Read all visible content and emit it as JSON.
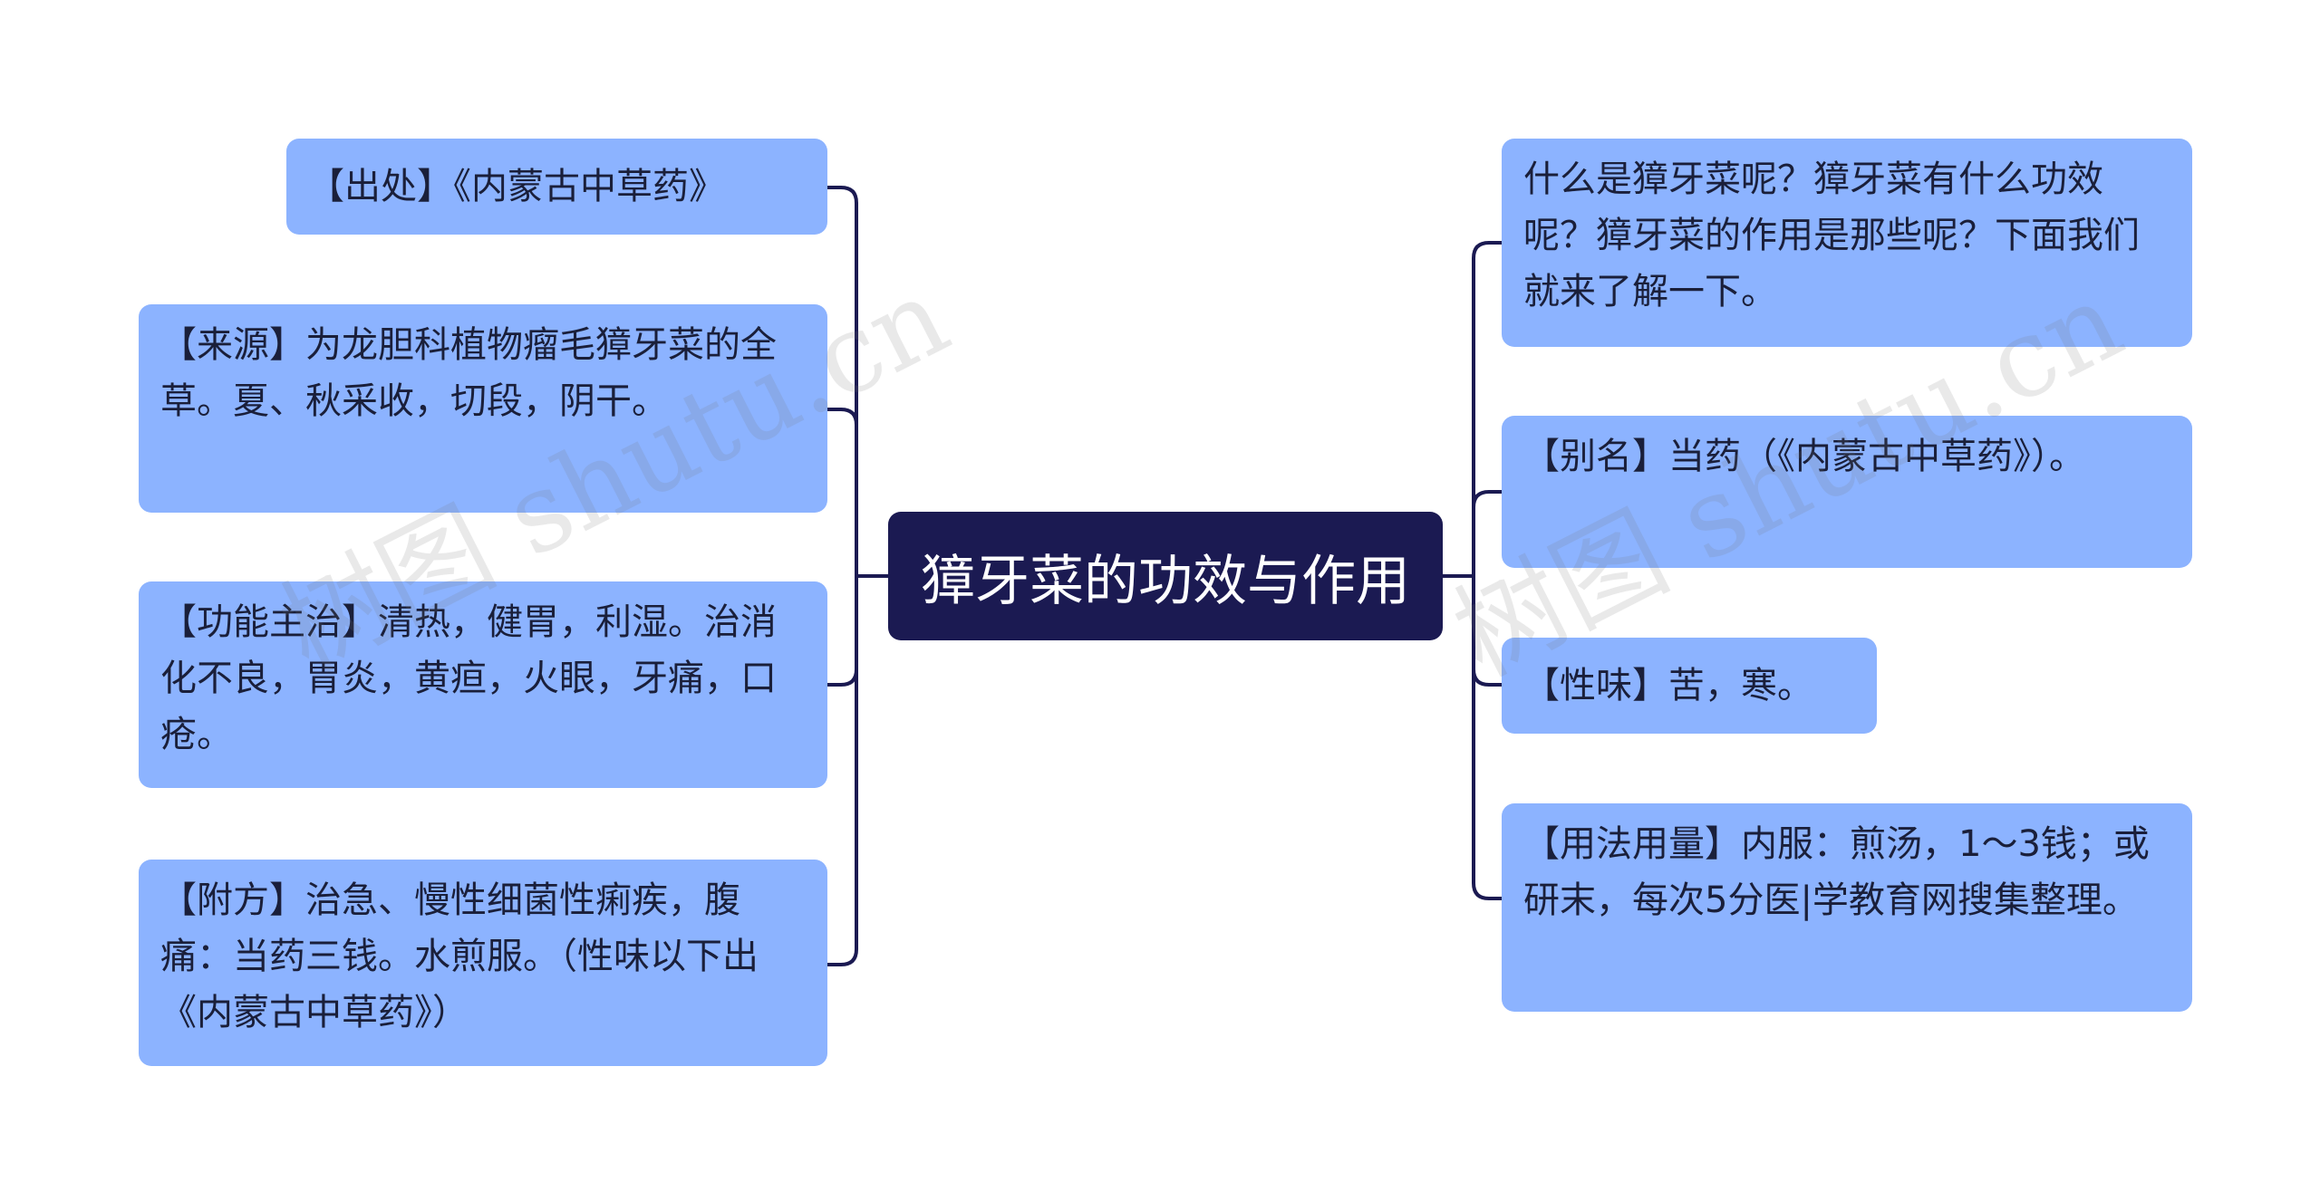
{
  "center": {
    "title": "獐牙菜的功效与作用"
  },
  "left_nodes": [
    {
      "text": "【出处】《内蒙古中草药》"
    },
    {
      "text": "【来源】为龙胆科植物瘤毛獐牙菜的全草。夏、秋采收，切段，阴干。"
    },
    {
      "text": "【功能主治】清热，健胃，利湿。治消化不良，胃炎，黄疸，火眼，牙痛，口疮。"
    },
    {
      "text": "【附方】治急、慢性细菌性痢疾，腹痛：当药三钱。水煎服。（性味以下出《内蒙古中草药》）"
    }
  ],
  "right_nodes": [
    {
      "text": "什么是獐牙菜呢？獐牙菜有什么功效呢？獐牙菜的作用是那些呢？下面我们就来了解一下。"
    },
    {
      "text": "【别名】当药（《内蒙古中草药》）。"
    },
    {
      "text": "【性味】苦，寒。"
    },
    {
      "text": "【用法用量】内服：煎汤，1～3钱；或研末，每次5分医|学教育网搜集整理。"
    }
  ],
  "watermark": {
    "text": "树图 shutu.cn"
  },
  "colors": {
    "center_bg": "#1b1a52",
    "node_bg": "#8cb3ff",
    "connector": "#1b1a52",
    "text": "#1a1f3a"
  }
}
